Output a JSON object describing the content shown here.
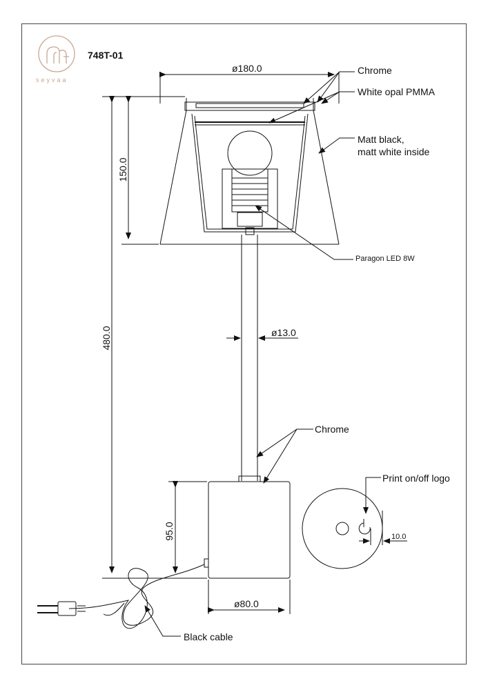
{
  "brand": {
    "name": "seyvaa",
    "model": "748T-01",
    "accent": "#c7a796"
  },
  "callouts": {
    "chrome_top": "Chrome",
    "diffuser": "White opal PMMA",
    "shade_line1": "Matt black,",
    "shade_line2": "matt white inside",
    "bulb": "Paragon LED 8W",
    "chrome_stem": "Chrome",
    "switch_logo": "Print on/off logo",
    "cable": "Black cable"
  },
  "dimensions": {
    "shade_diameter": "ø180.0",
    "shade_height": "150.0",
    "total_height": "480.0",
    "stem_diameter": "ø13.0",
    "base_height": "95.0",
    "base_diameter": "ø80.0",
    "switch_offset": "10.0"
  }
}
